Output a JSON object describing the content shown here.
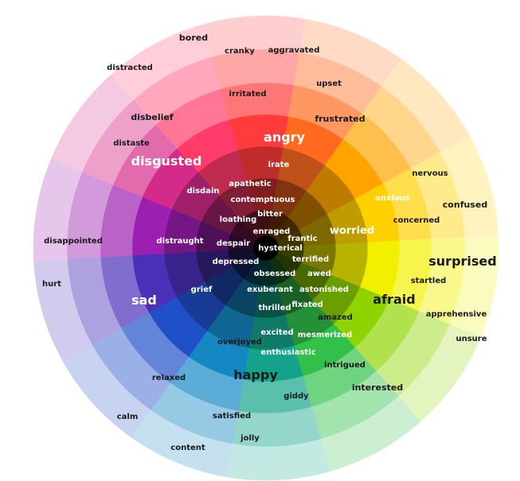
{
  "colors": {
    "sectors": [
      "#ff3b3b",
      "#ff6a1f",
      "#ffa300",
      "#ffd000",
      "#f2f000",
      "#8fd400",
      "#33c04a",
      "#14a38a",
      "#1588c4",
      "#2050c8",
      "#4b2fb8",
      "#9b1fb0",
      "#d42b8a",
      "#ff3b6a"
    ],
    "center": "#000000",
    "dark_text": "#1a1a1a",
    "light_text": "#ffffff"
  },
  "emotions": {
    "angry": "angry",
    "irate": "irate",
    "irritated": "irritated",
    "cranky": "cranky",
    "aggravated": "aggravated",
    "upset": "upset",
    "frustrated": "frustrated",
    "bored": "bored",
    "distracted": "distracted",
    "disbelief": "disbelief",
    "distaste": "distaste",
    "disgusted": "disgusted",
    "disdain": "disdain",
    "apathetic": "apathetic",
    "contemptuous": "contemptuous",
    "loathing": "loathing",
    "bitter": "bitter",
    "enraged": "enraged",
    "hysterical": "hysterical",
    "frantic": "frantic",
    "worried": "worried",
    "anxious": "anxious",
    "nervous": "nervous",
    "concerned": "concerned",
    "confused": "confused",
    "surprised": "surprised",
    "startled": "startled",
    "apprehensive": "apprehensive",
    "unsure": "unsure",
    "afraid": "afraid",
    "amazed": "amazed",
    "terrified": "terrified",
    "awed": "awed",
    "astonished": "astonished",
    "fixated": "fixated",
    "mesmerized": "mesmerized",
    "intrigued": "intrigued",
    "interested": "interested",
    "disappointed": "disappointed",
    "distraught": "distraught",
    "despair": "despair",
    "depressed": "depressed",
    "obsessed": "obsessed",
    "hurt": "hurt",
    "sad": "sad",
    "grief": "grief",
    "exuberant": "exuberant",
    "thrilled": "thrilled",
    "excited": "excited",
    "overjoyed": "overjoyed",
    "enthusiastic": "enthusiastic",
    "happy": "happy",
    "relaxed": "relaxed",
    "calm": "calm",
    "giddy": "giddy",
    "satisfied": "satisfied",
    "jolly": "jolly",
    "content": "content"
  }
}
